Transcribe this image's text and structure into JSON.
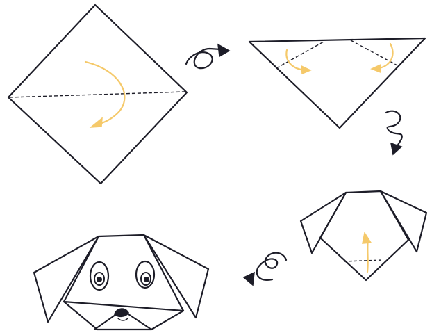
{
  "colors": {
    "ink": "#1d1d28",
    "fold_arrow": "#f5c96a",
    "background": "#ffffff"
  },
  "steps": [
    {
      "step": 1,
      "shape": "square-diamond",
      "instruction_icon": "fold-down-arrow"
    },
    {
      "step": 2,
      "shape": "triangle",
      "instruction_icon": "fold-corners-arrows"
    },
    {
      "step": 3,
      "shape": "dog-head-folded",
      "instruction_icon": "fold-up-arrow"
    },
    {
      "step": 4,
      "shape": "dog-face",
      "instruction_icon": "draw-face"
    }
  ],
  "transitions": [
    {
      "from": 1,
      "to": 2,
      "icon": "loop-arrow-right-icon"
    },
    {
      "from": 2,
      "to": 3,
      "icon": "loop-arrow-down-icon"
    },
    {
      "from": 3,
      "to": 4,
      "icon": "loop-arrow-left-icon"
    }
  ]
}
